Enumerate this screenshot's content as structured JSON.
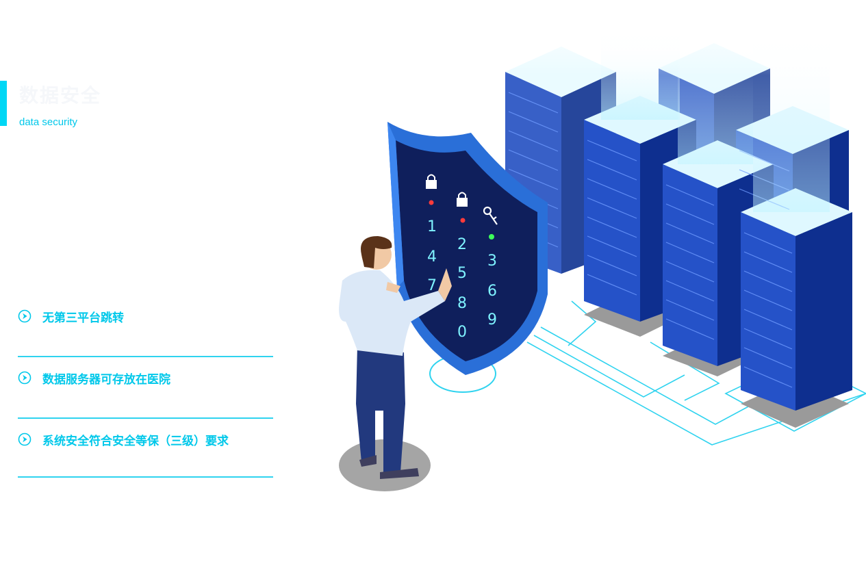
{
  "section": {
    "title": "数据安全",
    "subtitle": "data security"
  },
  "features": [
    {
      "label": "无第三平台跳转",
      "icon": "arrow-circle-icon"
    },
    {
      "label": "数据服务器可存放在医院",
      "icon": "arrow-circle-icon"
    },
    {
      "label": "系统安全符合安全等保（三级）要求",
      "icon": "arrow-circle-icon"
    }
  ],
  "keypad": {
    "keys": [
      "1",
      "2",
      "3",
      "4",
      "5",
      "6",
      "7",
      "8",
      "9",
      "0"
    ]
  },
  "colors": {
    "accent": "#00d7f5",
    "feature_text": "#00c8ea",
    "server_blue": "#1f4fc4",
    "server_dark": "#0e2f8f",
    "shield_outer": "#2a6fd8",
    "shield_inner": "#0f1f5c",
    "digit_glow": "#7ff3ff"
  }
}
